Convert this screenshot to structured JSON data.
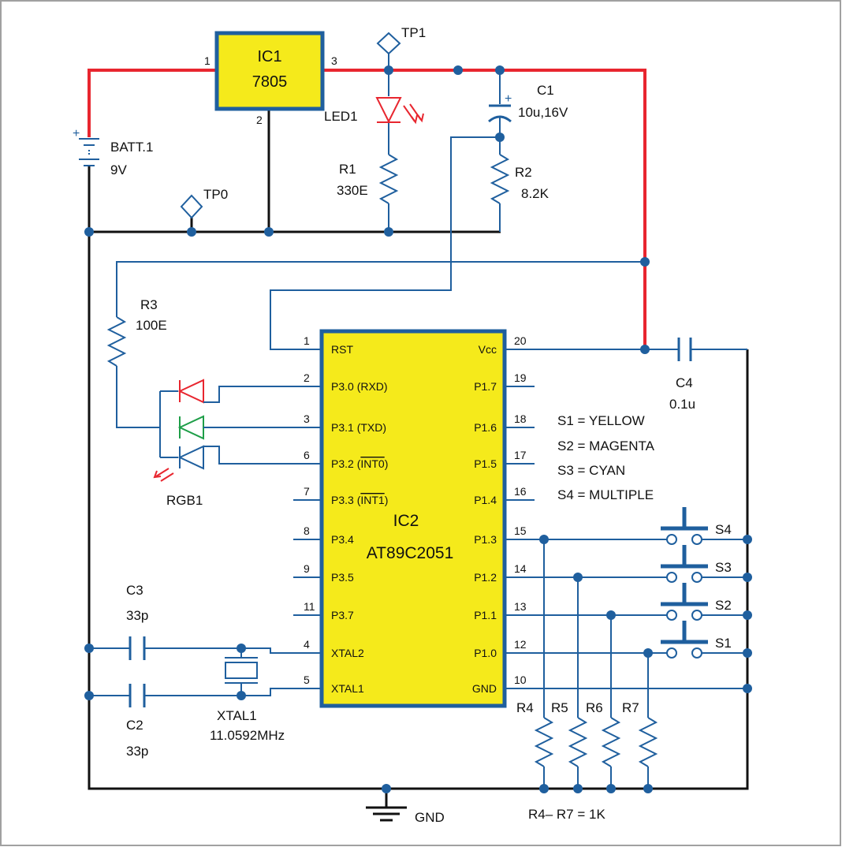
{
  "colors": {
    "wire_blue": "#1f5f9e",
    "wire_black": "#111111",
    "wire_red": "#e8262f",
    "chip_fill": "#f5ea1b",
    "led_red": "#e8262f",
    "led_green": "#1e9e48",
    "led_blue": "#1f5f9e"
  },
  "ic1": {
    "name": "IC1",
    "part": "7805",
    "pin_in": "1",
    "pin_out": "3",
    "pin_gnd": "2"
  },
  "ic2": {
    "name": "IC2",
    "part": "AT89C2051",
    "left_pins": [
      {
        "num": "1",
        "label": "RST",
        "over": ""
      },
      {
        "num": "2",
        "label": "P3.0 (RXD)",
        "over": ""
      },
      {
        "num": "3",
        "label": "P3.1 (TXD)",
        "over": ""
      },
      {
        "num": "6",
        "label": "P3.2 (",
        "over": "INT0"
      },
      {
        "num": "7",
        "label": "P3.3 (",
        "over": "INT1"
      },
      {
        "num": "8",
        "label": "P3.4",
        "over": ""
      },
      {
        "num": "9",
        "label": "P3.5",
        "over": ""
      },
      {
        "num": "11",
        "label": "P3.7",
        "over": ""
      },
      {
        "num": "4",
        "label": "XTAL2",
        "over": ""
      },
      {
        "num": "5",
        "label": "XTAL1",
        "over": ""
      }
    ],
    "right_pins": [
      {
        "num": "20",
        "label": "Vcc"
      },
      {
        "num": "19",
        "label": "P1.7"
      },
      {
        "num": "18",
        "label": "P1.6"
      },
      {
        "num": "17",
        "label": "P1.5"
      },
      {
        "num": "16",
        "label": "P1.4"
      },
      {
        "num": "15",
        "label": "P1.3"
      },
      {
        "num": "14",
        "label": "P1.2"
      },
      {
        "num": "13",
        "label": "P1.1"
      },
      {
        "num": "12",
        "label": "P1.0"
      },
      {
        "num": "10",
        "label": "GND"
      }
    ]
  },
  "components": {
    "tp1": "TP1",
    "tp0": "TP0",
    "led1": "LED1",
    "batt_name": "BATT.1",
    "batt_value": "9V",
    "r1_name": "R1",
    "r1_value": "330E",
    "r2_name": "R2",
    "r2_value": "8.2K",
    "c1_name": "C1",
    "c1_value": "10u,16V",
    "r3_name": "R3",
    "r3_value": "100E",
    "rgb1": "RGB1",
    "c4_name": "C4",
    "c4_value": "0.1u",
    "c3_name": "C3",
    "c3_value": "33p",
    "c2_name": "C2",
    "c2_value": "33p",
    "xtal_name": "XTAL1",
    "xtal_value": "11.0592MHz",
    "r4": "R4",
    "r5": "R5",
    "r6": "R6",
    "r7": "R7",
    "r_note": "R4– R7 = 1K",
    "gnd": "GND",
    "s1": "S1",
    "s2": "S2",
    "s3": "S3",
    "s4": "S4",
    "plus": "+"
  },
  "legend": [
    "S1 = YELLOW",
    "S2 = MAGENTA",
    "S3 = CYAN",
    "S4 = MULTIPLE"
  ]
}
